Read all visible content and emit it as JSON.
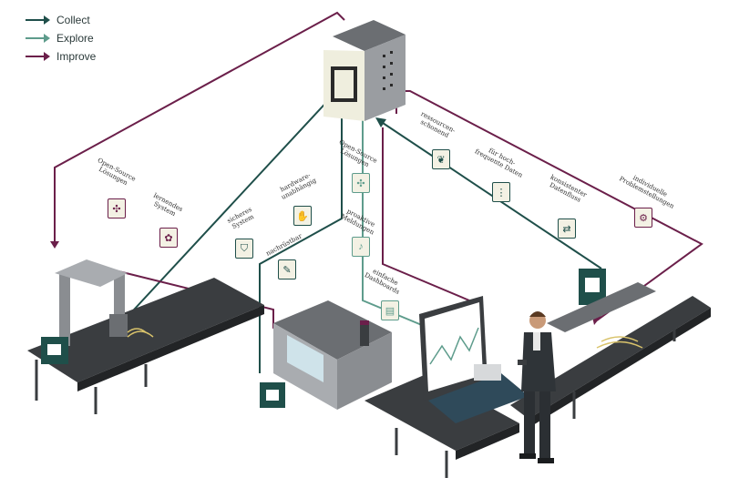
{
  "legend": {
    "collect": {
      "label": "Collect",
      "color": "#1f4f4a"
    },
    "explore": {
      "label": "Explore",
      "color": "#5e9c8c"
    },
    "improve": {
      "label": "Improve",
      "color": "#6b1f4a"
    }
  },
  "features": {
    "open_source_left": {
      "line1": "Open-Source",
      "line2": "Lösungen",
      "icon": "puzzle-icon"
    },
    "lernendes_system": {
      "line1": "lernendes",
      "line2": "System",
      "icon": "brain-icon"
    },
    "sicheres_system": {
      "line1": "sicheres",
      "line2": "System",
      "icon": "shield-icon"
    },
    "hardware": {
      "line1": "hardware-",
      "line2": "unabhängig",
      "icon": "hand-icon"
    },
    "nachruestbar": {
      "line1": "nachrüstbar",
      "icon": "wrench-icon"
    },
    "open_source_center": {
      "line1": "Open-Source",
      "line2": "Lösungen",
      "icon": "puzzle-icon"
    },
    "proaktive": {
      "line1": "proaktive",
      "line2": "Meldungen",
      "icon": "bell-icon"
    },
    "dashboards": {
      "line1": "einfache",
      "line2": "Dashboards",
      "icon": "dashboard-icon"
    },
    "ressourcen": {
      "line1": "ressourcen-",
      "line2": "schonend",
      "icon": "leaf-icon"
    },
    "hochfrequent": {
      "line1": "für hoch-",
      "line2": "frequente Daten",
      "icon": "data-stream-icon"
    },
    "datenfluss": {
      "line1": "konsistenter",
      "line2": "Datenfluss",
      "icon": "flow-icon"
    },
    "individuelle": {
      "line1": "individuelle",
      "line2": "Problemstellungen",
      "icon": "gear-hand-icon"
    }
  },
  "colors": {
    "collect": "#1f4f4a",
    "explore": "#5e9c8c",
    "improve": "#6b1f4a",
    "conveyor": "#3a3d40",
    "machine": "#8a8d91",
    "server": "#efeede"
  }
}
